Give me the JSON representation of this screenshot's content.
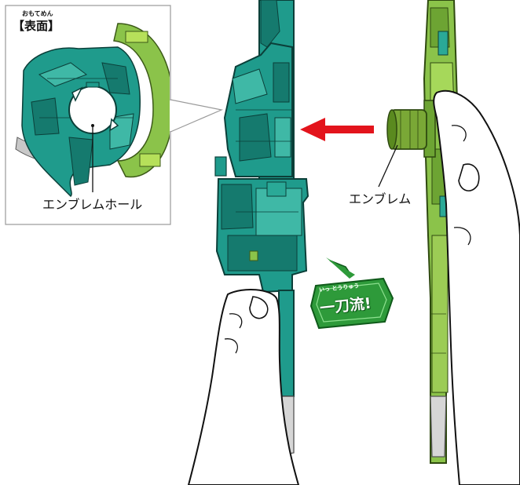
{
  "inset": {
    "title": "【表面】",
    "title_ruby": "おもてめん",
    "callout_label": "エンブレムホール"
  },
  "right_device": {
    "callout_label": "エンブレム"
  },
  "badge": {
    "text": "一刀流!",
    "ruby": "いっ とうりゅう"
  },
  "colors": {
    "teal": "#1f9b8c",
    "teal_dark": "#0e6a60",
    "lime": "#8bc34a",
    "lime_dark": "#5a8a1f",
    "arrow": "#e3141c",
    "badge_green": "#2e9a3a"
  }
}
